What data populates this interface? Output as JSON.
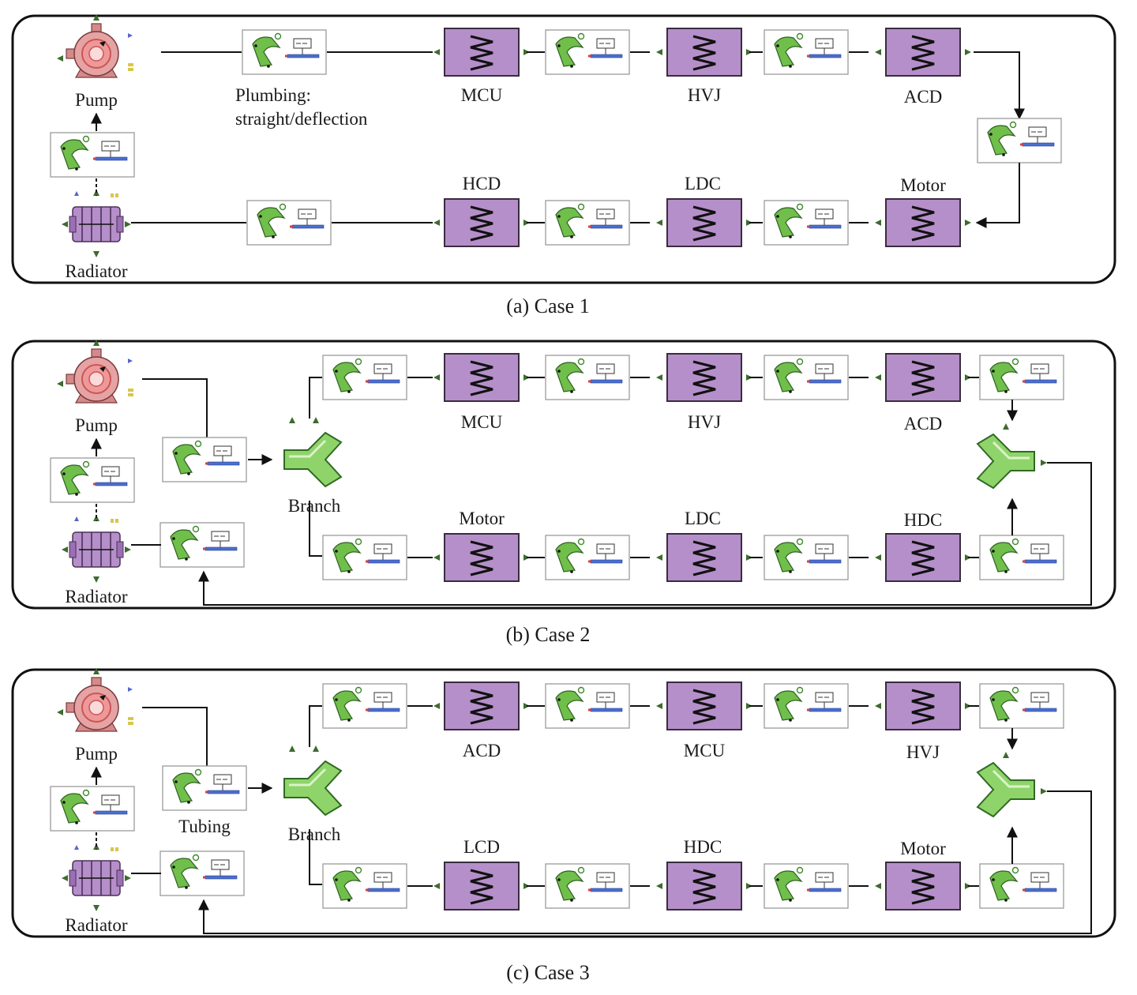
{
  "panels": [
    {
      "caption": "(a)  Case 1",
      "labels": {
        "pump": "Pump",
        "radiator": "Radiator",
        "plumbing": [
          "Plumbing:",
          "straight/deflection"
        ],
        "top": [
          "MCU",
          "HVJ",
          "ACD"
        ],
        "bottom": [
          "HCD",
          "LDC",
          "Motor"
        ]
      }
    },
    {
      "caption": "(b)  Case 2",
      "labels": {
        "pump": "Pump",
        "radiator": "Radiator",
        "branch": "Branch",
        "top": [
          "MCU",
          "HVJ",
          "ACD"
        ],
        "bottom": [
          "Motor",
          "LDC",
          "HDC"
        ]
      }
    },
    {
      "caption": "(c)  Case 3",
      "labels": {
        "pump": "Pump",
        "radiator": "Radiator",
        "branch": "Branch",
        "tubing": "Tubing",
        "top": [
          "ACD",
          "MCU",
          "HVJ"
        ],
        "bottom": [
          "LCD",
          "HDC",
          "Motor"
        ]
      }
    }
  ],
  "colors": {
    "component_fill": "#b58fc9",
    "component_stroke": "#3a2b40",
    "pipe_green": "#6fbf4a",
    "pump_pink": "#e5a3a3",
    "frame": "#111111"
  },
  "icons": {
    "pump": "pump-icon",
    "radiator": "radiator-icon",
    "pipe": "pipe-bend-icon",
    "component": "heat-coil-icon",
    "branch": "branch-y-icon"
  }
}
